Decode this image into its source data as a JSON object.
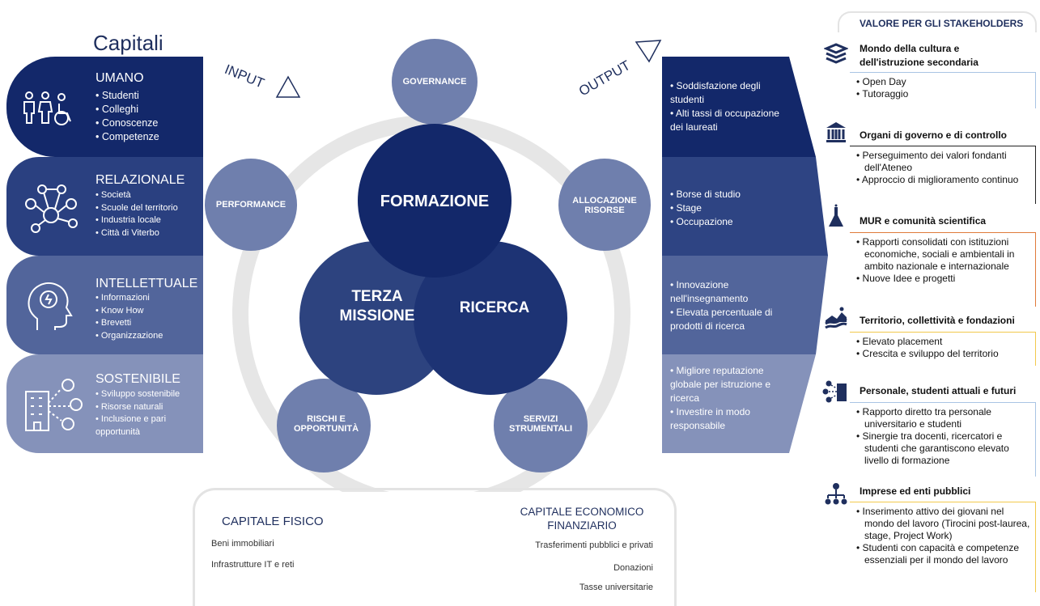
{
  "capitali": {
    "title": "Capitali",
    "blocks": [
      {
        "head": "UMANO",
        "items": [
          "Studenti",
          "Colleghi",
          "Conoscenze",
          "Competenze"
        ],
        "color": "#13286a",
        "icon": "people-icon"
      },
      {
        "head": "RELAZIONALE",
        "items": [
          "Società",
          "Scuole del territorio",
          "Industria locale",
          "Città di Viterbo"
        ],
        "color": "#2a4080",
        "icon": "network-icon"
      },
      {
        "head": "INTELLETTUALE",
        "items": [
          "Informazioni",
          "Know How",
          "Brevetti",
          "Organizzazione"
        ],
        "color": "#52659b",
        "icon": "head-idea-icon"
      },
      {
        "head": "SOSTENIBILE",
        "items": [
          "Sviluppo sostenibile",
          "Risorse naturali",
          "Inclusione e pari opportunità"
        ],
        "color": "#8592ba",
        "icon": "building-people-icon"
      }
    ]
  },
  "labels": {
    "input": "INPUT",
    "output": "OUTPUT"
  },
  "circles": {
    "governance": "GOVERNANCE",
    "performance": "PERFORMANCE",
    "allocazione": "ALLOCAZIONE RISORSE",
    "rischi": "RISCHI E OPPORTUNITÀ",
    "servizi": "SERVIZI STRUMENTALI",
    "formazione": "FORMAZIONE",
    "terza": "TERZA MISSIONE",
    "ricerca": "RICERCA"
  },
  "output": [
    {
      "items": [
        "Soddisfazione degli studenti",
        "Alti tassi di occupazione dei laureati"
      ],
      "color": "#13286a"
    },
    {
      "items": [
        "Borse di studio",
        "Stage",
        "Occupazione"
      ],
      "color": "#2e4483"
    },
    {
      "items": [
        "Innovazione nell'insegnamento",
        "Elevata percentuale di prodotti di ricerca"
      ],
      "color": "#52659b"
    },
    {
      "items": [
        "Migliore reputazione globale per istruzione e ricerca",
        "Investire in modo responsabile"
      ],
      "color": "#8592ba"
    }
  ],
  "stakeholders": {
    "title": "VALORE PER GLI STAKEHOLDERS",
    "groups": [
      {
        "head": "Mondo della cultura e dell'istruzione secondaria",
        "icon": "books-icon",
        "border": "#a9c4e4",
        "items": [
          "Open Day",
          "Tutoraggio"
        ]
      },
      {
        "head": "Organi di governo e di controllo",
        "icon": "institution-icon",
        "border": "#222222",
        "items": [
          "Perseguimento dei valori fondanti dell'Ateneo",
          "Approccio di miglioramento continuo"
        ]
      },
      {
        "head": "MUR e comunità scientifica",
        "icon": "flask-icon",
        "border": "#e07a3a",
        "items": [
          "Rapporti consolidati con istituzioni economiche, sociali e ambientali in ambito nazionale e internazionale",
          "Nuove Idee e progetti"
        ]
      },
      {
        "head": "Territorio, collettività e fondazioni",
        "icon": "landscape-icon",
        "border": "#f2c94c",
        "items": [
          "Elevato placement",
          "Crescita e sviluppo  del territorio"
        ]
      },
      {
        "head": "Personale, studenti attuali e futuri",
        "icon": "people-building-icon",
        "border": "#a9c4e4",
        "items": [
          "Rapporto diretto tra personale universitario e studenti",
          "Sinergie tra docenti, ricercatori e studenti che garantiscono elevato livello di formazione"
        ]
      },
      {
        "head": "Imprese ed enti pubblici",
        "icon": "org-chart-icon",
        "border": "#f2c94c",
        "items": [
          "Inserimento attivo dei giovani nel mondo del lavoro (Tirocini post-laurea, stage, Project Work)",
          "Studenti con capacità e competenze essenziali per il mondo del lavoro"
        ]
      }
    ]
  },
  "bottom": {
    "fisico": {
      "title": "CAPITALE FISICO",
      "items": [
        "Beni immobiliari",
        "Infrastrutture IT e reti"
      ]
    },
    "economico": {
      "title": "CAPITALE ECONOMICO FINANZIARIO",
      "items": [
        "Trasferimenti  pubblici e privati",
        "Donazioni",
        "Tasse universitarie"
      ]
    }
  }
}
